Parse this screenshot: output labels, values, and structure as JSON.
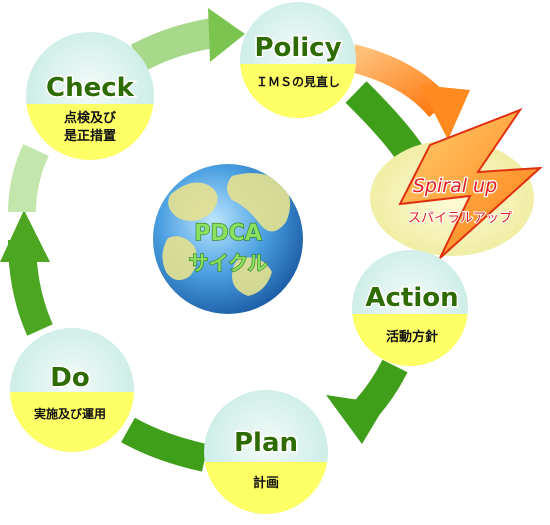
{
  "center": {
    "line1": "PDCA",
    "line2": "サイクル"
  },
  "nodes": {
    "policy": {
      "title": "Policy",
      "subtitle": "ＩＭＳの見直し"
    },
    "check": {
      "title": "Check",
      "subtitle_line1": "点検及び",
      "subtitle_line2": "是正措置"
    },
    "action": {
      "title": "Action",
      "subtitle": "活動方針"
    },
    "do": {
      "title": "Do",
      "subtitle": "実施及び運用"
    },
    "plan": {
      "title": "Plan",
      "subtitle": "計画"
    }
  },
  "spiral": {
    "title": "Spiral up",
    "subtitle": "スパイラルアップ"
  },
  "colors": {
    "arrow_green_dark": "#3a9a16",
    "arrow_green_light": "#bfe3a8",
    "node_fill": "#d6f2ec",
    "node_label_band": "#ffff66",
    "spiral_arrow": "#ff8a1f",
    "spiral_bubble": "#f6f4a8"
  }
}
